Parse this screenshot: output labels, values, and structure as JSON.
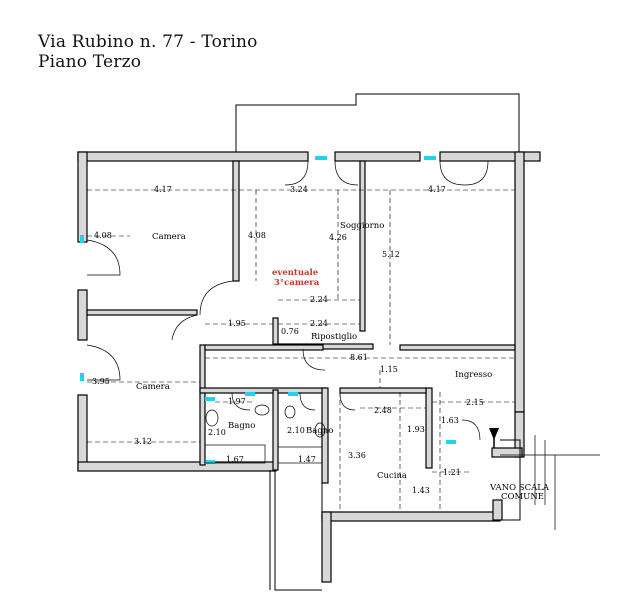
{
  "header": {
    "address": "Via Rubino n. 77 - Torino",
    "floor": "Piano Terzo"
  },
  "rooms": {
    "camera_top": "Camera",
    "camera_bottom": "Camera",
    "soggiorno": "Soggiorno",
    "eventuale_1": "eventuale",
    "eventuale_2": "3°camera",
    "ripostiglio": "Ripostiglio",
    "ingresso": "Ingresso",
    "bagno_left": "Bagno",
    "bagno_right": "Bagno",
    "cucina": "Cucina",
    "vano_1": "VANO SCALA",
    "vano_2": "COMUNE"
  },
  "dimensions": {
    "d417a": "4.17",
    "d324": "3.24",
    "d417b": "4.17",
    "d408a": "4.08",
    "d408b": "4.08",
    "d426": "4.26",
    "d512": "5.12",
    "d224a": "2.24",
    "d224b": "2.24",
    "d195": "1.95",
    "d076": "0.76",
    "d861": "8.61",
    "d395": "3.95",
    "d312": "3.12",
    "d115": "1.15",
    "d197": "1.97",
    "d210a": "2.10",
    "d167": "1.67",
    "d210b": "2.10",
    "d147": "1.47",
    "d248": "2.48",
    "d193": "1.93",
    "d336": "3.36",
    "d163": "1.63",
    "d215": "2.15",
    "d121": "1.21",
    "d143": "1.43"
  }
}
